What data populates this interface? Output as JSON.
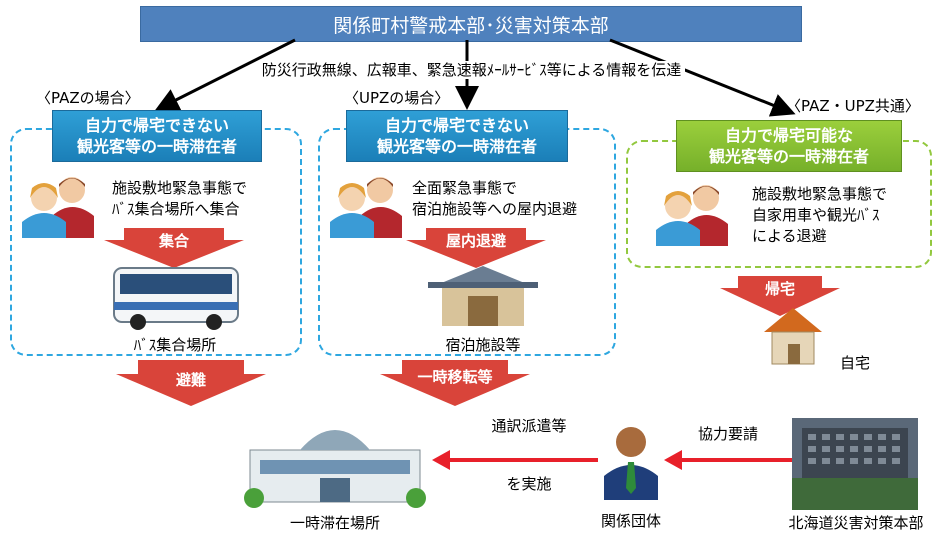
{
  "header": {
    "title": "関係町村警戒本部･災害対策本部"
  },
  "broadcast_text": "防災行政無線、広報車、緊急速報ﾒｰﾙｻｰﾋﾞｽ等による情報を伝達",
  "columns": [
    {
      "case_label": "〈PAZの場合〉",
      "title_line1": "自力で帰宅できない",
      "title_line2": "観光客等の一時滞在者",
      "desc_line1": "施設敷地緊急事態で",
      "desc_line2": "ﾊﾞｽ集合場所へ集合",
      "action_label": "集合",
      "place_caption": "ﾊﾞｽ集合場所",
      "next_label": "避難"
    },
    {
      "case_label": "〈UPZの場合〉",
      "title_line1": "自力で帰宅できない",
      "title_line2": "観光客等の一時滞在者",
      "desc_line1": "全面緊急事態で",
      "desc_line2": "宿泊施設等への屋内退避",
      "action_label": "屋内退避",
      "place_caption": "宿泊施設等",
      "next_label": "一時移転等"
    },
    {
      "case_label": "〈PAZ・UPZ共通〉",
      "title_line1": "自力で帰宅可能な",
      "title_line2": "観光客等の一時滞在者",
      "desc_line1": "施設敷地緊急事態で",
      "desc_line2": "自家用車や観光ﾊﾞｽ",
      "desc_line3": "による退避",
      "action_label": "帰宅",
      "place_caption": "自宅"
    }
  ],
  "bottom": {
    "temp_place_caption": "一時滞在場所",
    "dispatch_line1": "通訳派遣等",
    "dispatch_line2": "を実施",
    "org_caption": "関係団体",
    "request_label": "協力要請",
    "hq_caption": "北海道災害対策本部"
  },
  "colors": {
    "header": "#4f81bd",
    "title_blue": "#1e88c8",
    "title_green": "#86c034",
    "dashed_blue": "#2ea7e0",
    "dashed_green": "#92c83e",
    "big_arrow": "#d9443a",
    "red_arrow": "#e8202a"
  }
}
